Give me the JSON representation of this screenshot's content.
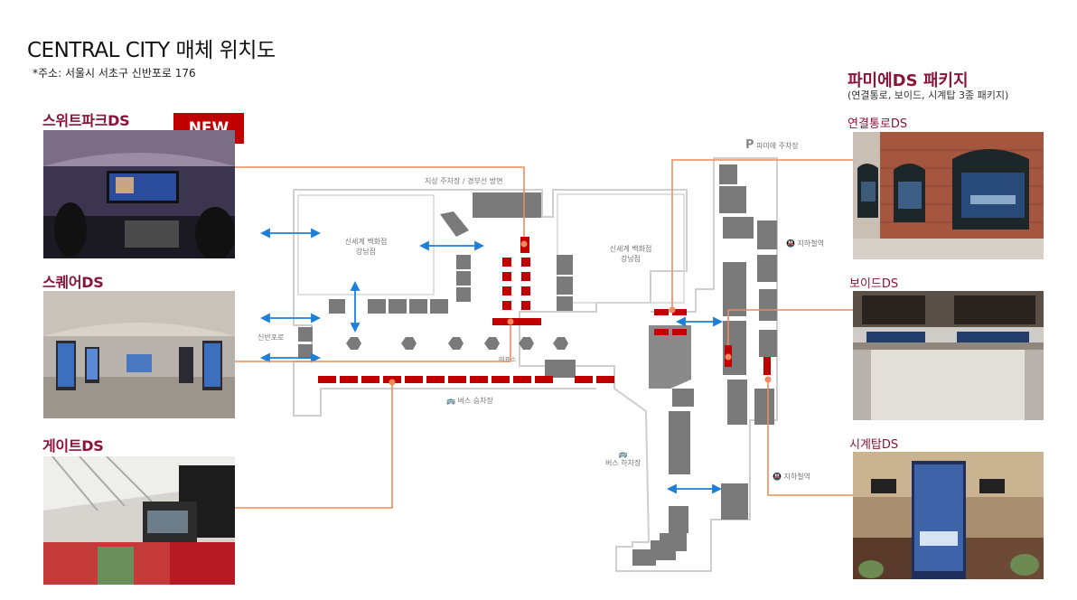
{
  "header": {
    "title": "CENTRAL CITY 매체 위치도",
    "address": "*주소: 서울시 서초구 신반포로 176"
  },
  "left_media": [
    {
      "name": "스위트파크DS",
      "badge": "NEW"
    },
    {
      "name": "스퀘어DS"
    },
    {
      "name": "게이트DS"
    }
  ],
  "package": {
    "title": "파미에DS 패키지",
    "subtitle": "(연결통로, 보이드, 시계탑 3종 패키지)",
    "items": [
      {
        "name": "연결통로DS"
      },
      {
        "name": "보이드DS"
      },
      {
        "name": "시계탑DS"
      }
    ]
  },
  "map": {
    "top_parking": "지상 주차장 / 경부선 방면",
    "dept_left_line1": "신세계 백화점",
    "dept_left_line2": "강남점",
    "dept_right_line1": "신세계 백화점",
    "dept_right_line2": "강남점",
    "sinbanpo": "신반포로",
    "bus_boarding": "버스 승차장",
    "bus_alighting": "버스 하차장",
    "pamiel_parking": "파미에 주차장",
    "subway_top": "지하철역",
    "subway_bottom": "지하철역",
    "ticket": "매표소",
    "parking_letter": "P"
  },
  "colors": {
    "accent_label": "#8a1538",
    "badge": "#c00000",
    "media_marker": "#c00000",
    "connector_line": "#f08a5d",
    "arrow": "#1e7fd8",
    "building_block": "#7a7a7a"
  }
}
